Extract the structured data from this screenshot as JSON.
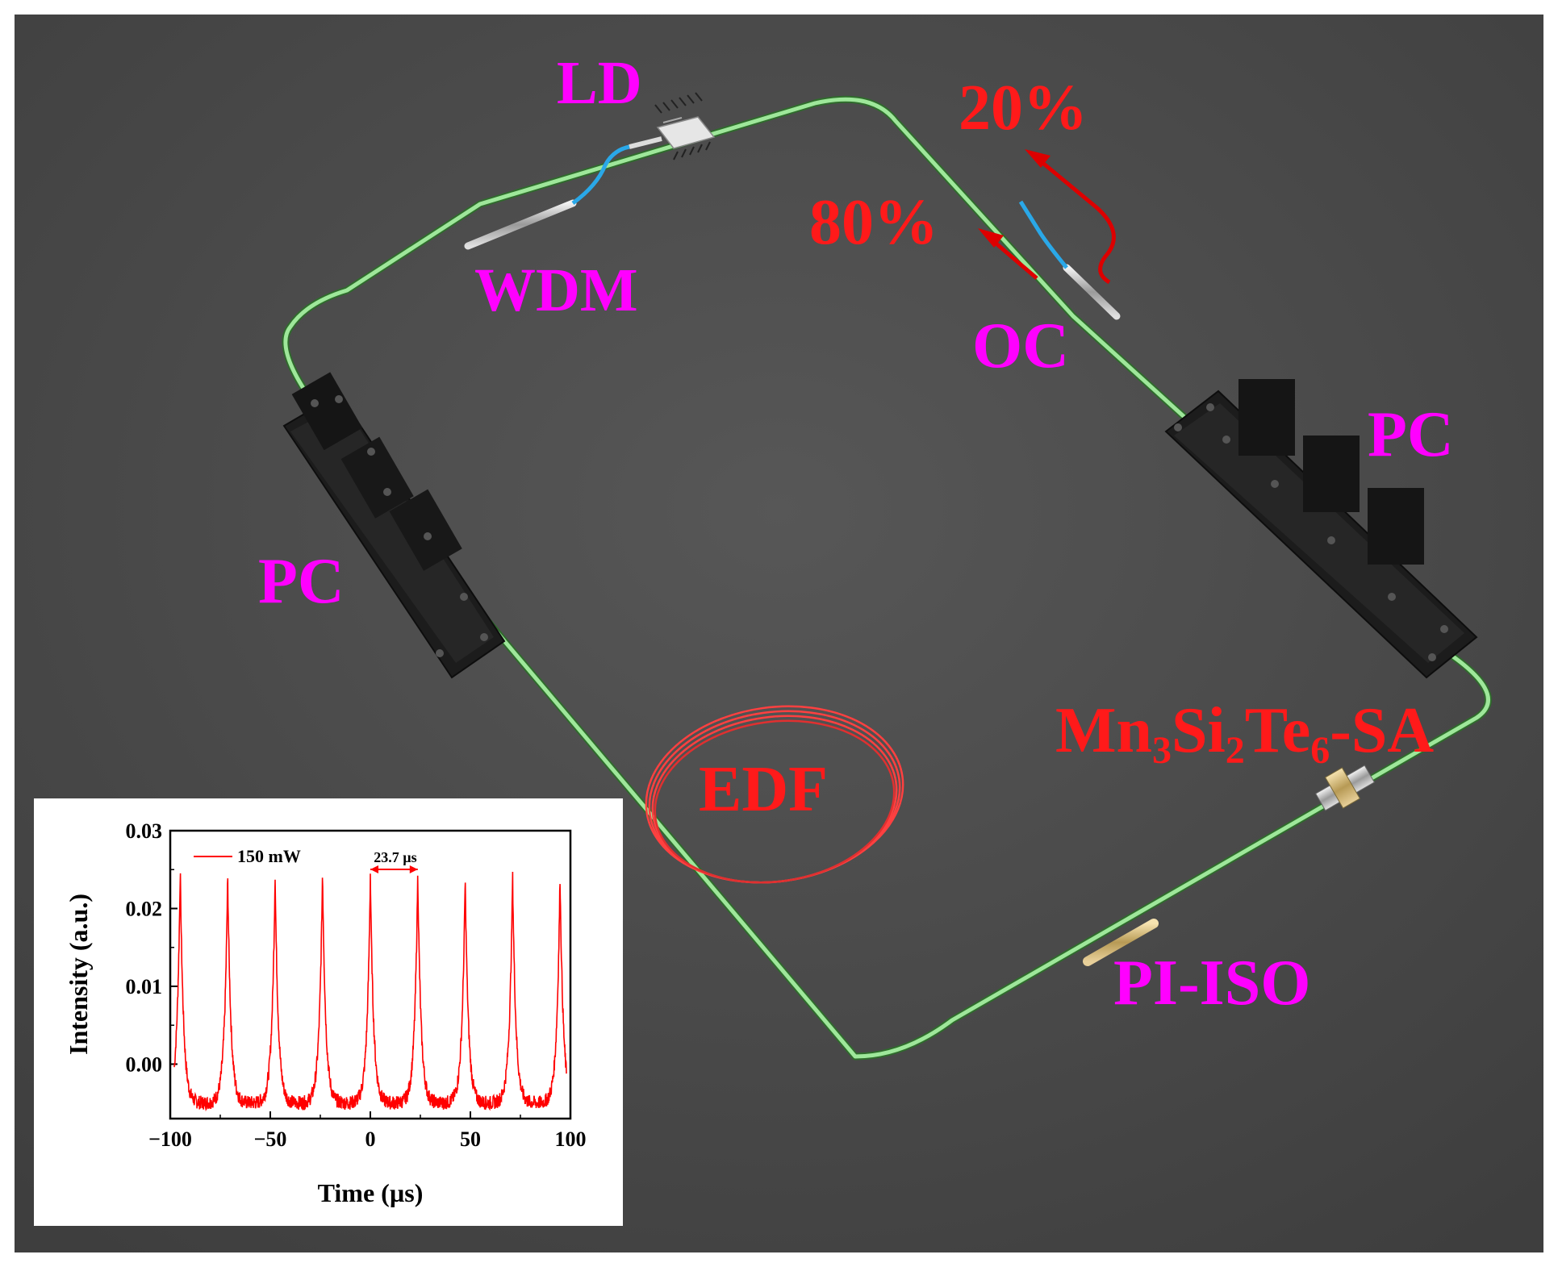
{
  "colors": {
    "background": "#4a4a4a",
    "fiber": "#9ee79a",
    "magenta_label": "#ff00ff",
    "red_label": "#ff1a1a",
    "arrow": "#dd0000",
    "trace": "#ff0000"
  },
  "labels": {
    "ld": "LD",
    "wdm": "WDM",
    "pct20": "20%",
    "pct80": "80%",
    "oc": "OC",
    "pc_right": "PC",
    "pc_left": "PC",
    "edf": "EDF",
    "sa_mn": "Mn",
    "sa_sub3": "3",
    "sa_si": "Si",
    "sa_sub2": "2",
    "sa_te": "Te",
    "sa_sub6": "6",
    "sa_suffix": "-SA",
    "iso": "PI-ISO"
  },
  "inset": {
    "legend": "150 mW",
    "period_label": "23.7 µs",
    "xlabel": "Time (µs)",
    "ylabel": "Intensity (a.u.)"
  },
  "chart_data": {
    "type": "line",
    "xlabel": "Time (µs)",
    "ylabel": "Intensity (a.u.)",
    "xlim": [
      -100,
      100
    ],
    "ylim": [
      -0.007,
      0.03
    ],
    "xticks": [
      -100,
      -50,
      0,
      50,
      100
    ],
    "yticks": [
      0.0,
      0.01,
      0.02,
      0.03
    ],
    "xtick_labels": [
      "−100",
      "−50",
      "0",
      "50",
      "100"
    ],
    "ytick_labels": [
      "0.00",
      "0.01",
      "0.02",
      "0.03"
    ],
    "series": [
      {
        "name": "150 mW",
        "pulse_centers": [
          -95.0,
          -71.3,
          -47.6,
          -23.9,
          0.0,
          23.7,
          47.4,
          71.1,
          94.8
        ],
        "pulse_peaks": [
          0.0252,
          0.0242,
          0.0245,
          0.0248,
          0.0245,
          0.0245,
          0.024,
          0.0243,
          0.0243
        ],
        "baseline": -0.005
      }
    ],
    "annotation": {
      "text": "23.7 µs",
      "x1": 0.0,
      "x2": 23.7
    }
  }
}
